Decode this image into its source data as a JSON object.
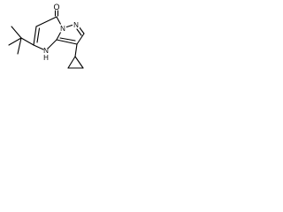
{
  "structure": {
    "atoms": {
      "oxygen": "O",
      "ring_nitrogen_top": "N",
      "ring_nitrogen_bridge": "N",
      "amine_n": "N",
      "amine_h": "H"
    }
  }
}
